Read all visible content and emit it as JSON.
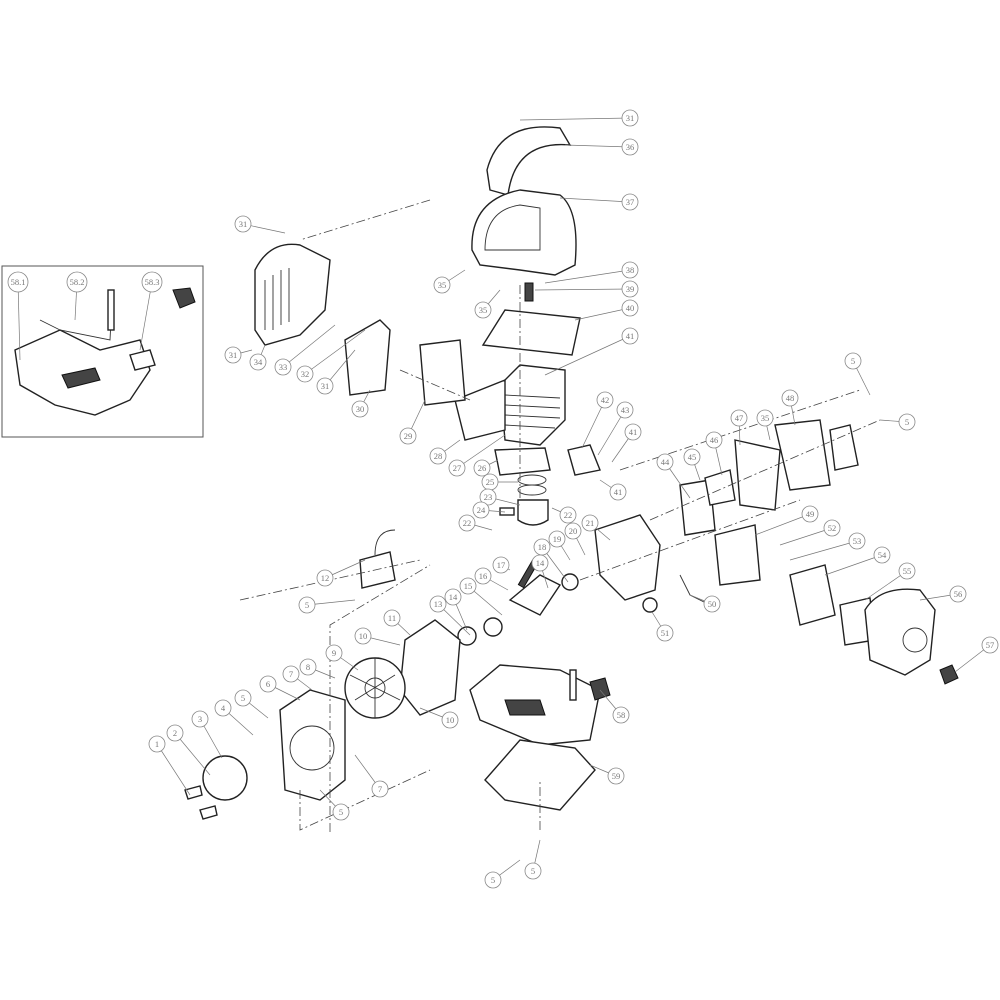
{
  "title": "Engine exploded parts diagram",
  "inset_callouts": [
    "58.1",
    "58.2",
    "58.3"
  ],
  "callouts": [
    "31",
    "36",
    "37",
    "38",
    "39",
    "40",
    "41",
    "35",
    "35",
    "31",
    "31",
    "34",
    "33",
    "32",
    "31",
    "30",
    "29",
    "28",
    "27",
    "42",
    "43",
    "41",
    "41",
    "26",
    "25",
    "23",
    "22",
    "24",
    "22",
    "21",
    "20",
    "19",
    "18",
    "14",
    "17",
    "16",
    "15",
    "14",
    "13",
    "12",
    "5",
    "11",
    "10",
    "10",
    "9",
    "8",
    "7",
    "6",
    "5",
    "4",
    "3",
    "2",
    "1",
    "7",
    "5",
    "44",
    "45",
    "46",
    "47",
    "35",
    "48",
    "5",
    "5",
    "49",
    "52",
    "53",
    "54",
    "55",
    "56",
    "57",
    "50",
    "51",
    "58",
    "59",
    "5",
    "5"
  ]
}
